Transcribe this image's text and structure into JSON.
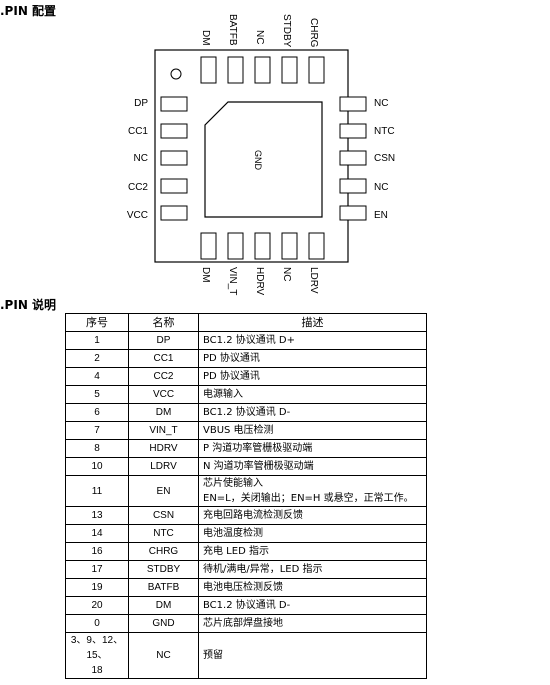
{
  "pin_config_title": ".PIN 配置",
  "pin_desc_title": ".PIN 说明",
  "package": {
    "center_label": "GND",
    "top_pins": [
      "DM",
      "BATFB",
      "NC",
      "STDBY",
      "CHRG"
    ],
    "bottom_pins": [
      "DM",
      "VIN_T",
      "HDRV",
      "NC",
      "LDRV"
    ],
    "left_pins": [
      "DP",
      "CC1",
      "NC",
      "CC2",
      "VCC"
    ],
    "right_pins": [
      "NC",
      "NTC",
      "CSN",
      "NC",
      "EN"
    ]
  },
  "table": {
    "headers": [
      "序号",
      "名称",
      "描述"
    ],
    "rows": [
      {
        "no": "1",
        "name": "DP",
        "desc": "BC1.2 协议通讯 D+"
      },
      {
        "no": "2",
        "name": "CC1",
        "desc": "PD 协议通讯"
      },
      {
        "no": "4",
        "name": "CC2",
        "desc": "PD 协议通讯"
      },
      {
        "no": "5",
        "name": "VCC",
        "desc": "电源输入"
      },
      {
        "no": "6",
        "name": "DM",
        "desc": "BC1.2 协议通讯 D-"
      },
      {
        "no": "7",
        "name": "VIN_T",
        "desc": "VBUS 电压检测"
      },
      {
        "no": "8",
        "name": "HDRV",
        "desc": "P 沟道功率管栅极驱动端"
      },
      {
        "no": "10",
        "name": "LDRV",
        "desc": "N 沟道功率管栅极驱动端"
      },
      {
        "no": "11",
        "name": "EN",
        "desc": "芯片使能输入",
        "desc2": "EN=L，关闭输出；EN=H 或悬空，正常工作。"
      },
      {
        "no": "13",
        "name": "CSN",
        "desc": "充电回路电流检测反馈"
      },
      {
        "no": "14",
        "name": "NTC",
        "desc": "电池温度检测"
      },
      {
        "no": "16",
        "name": "CHRG",
        "desc": "充电 LED 指示"
      },
      {
        "no": "17",
        "name": "STDBY",
        "desc": "待机/满电/异常，LED 指示"
      },
      {
        "no": "19",
        "name": "BATFB",
        "desc": "电池电压检测反馈"
      },
      {
        "no": "20",
        "name": "DM",
        "desc": "BC1.2 协议通讯 D-"
      },
      {
        "no": "0",
        "name": "GND",
        "desc": "芯片底部焊盘接地"
      },
      {
        "no": "3、9、12、15、",
        "no2": "18",
        "name": "NC",
        "desc": "预留"
      }
    ]
  }
}
